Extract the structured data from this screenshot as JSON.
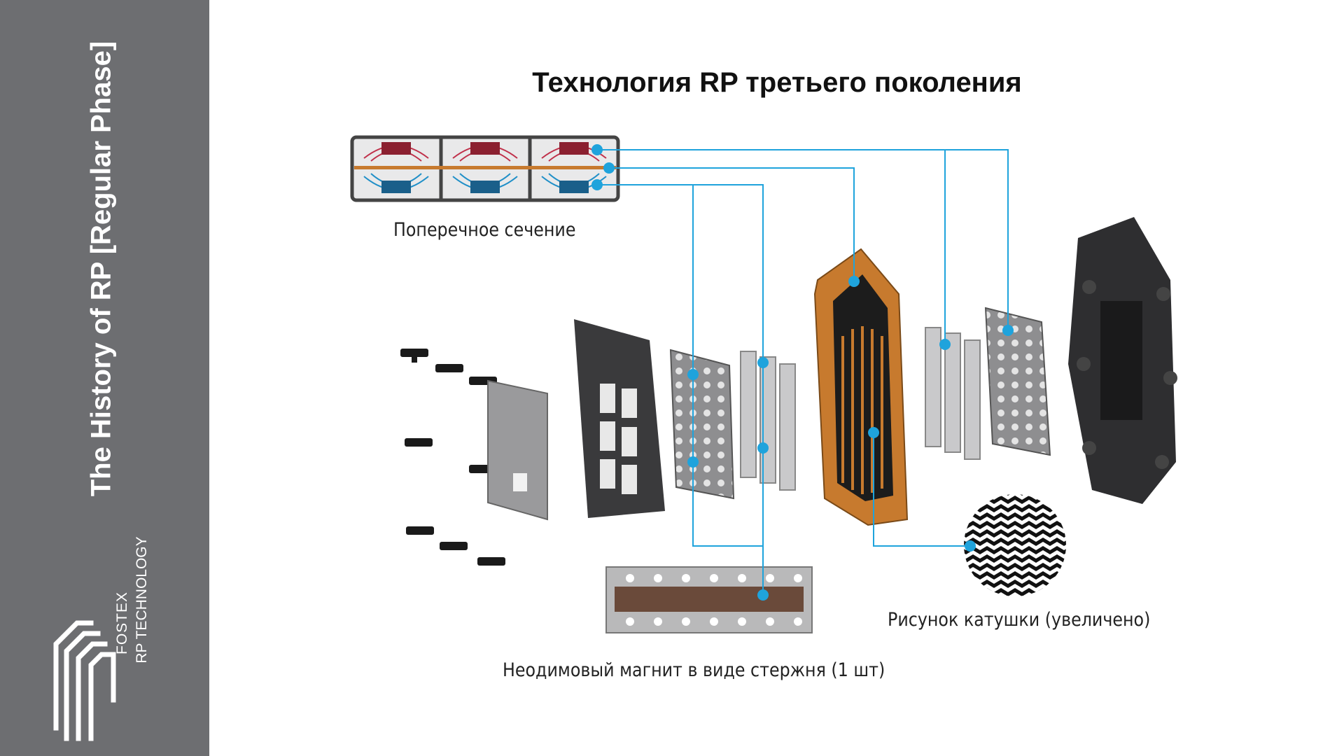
{
  "sidebar": {
    "title": "The History of RP [Regular Phase]",
    "brand_line1": "FOSTEX",
    "brand_line2": "RP TECHNOLOGY",
    "logo_icon": "fostex-rp-logo-icon",
    "background_color": "#6d6e71"
  },
  "slide": {
    "title": "Технология RP третьего поколения"
  },
  "captions": {
    "cross_section": "Поперечное сечение",
    "coil_pattern": "Рисунок катушки (увеличено)",
    "magnet": "Неодимовый магнит в виде стержня (1 шт)"
  },
  "colors": {
    "callout": "#1fa3dc",
    "diaphragm": "#c77a2e",
    "frame": "#3a3a3c",
    "field_red": "#c0304a",
    "field_blue": "#1f8fc8"
  }
}
